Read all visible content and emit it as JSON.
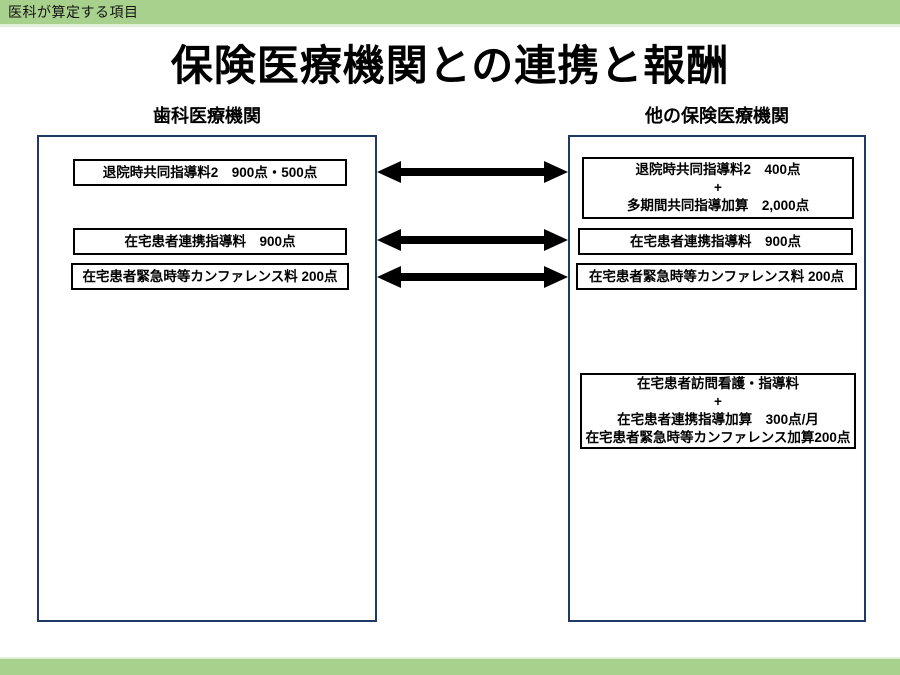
{
  "top_bar": {
    "label": "医科が算定する項目"
  },
  "title": "保険医療機関との連携と報酬",
  "left_column": {
    "header": "歯科医療機関",
    "boxes": [
      {
        "lines": [
          "退院時共同指導料2　900点・500点"
        ]
      },
      {
        "lines": [
          "在宅患者連携指導料　900点"
        ]
      },
      {
        "lines": [
          "在宅患者緊急時等カンファレンス料 200点"
        ]
      }
    ]
  },
  "right_column": {
    "header": "他の保険医療機関",
    "boxes": [
      {
        "lines": [
          "退院時共同指導料2　400点",
          "+",
          "多期間共同指導加算　2,000点"
        ]
      },
      {
        "lines": [
          "在宅患者連携指導料　900点"
        ]
      },
      {
        "lines": [
          "在宅患者緊急時等カンファレンス料 200点"
        ]
      },
      {
        "lines": [
          "在宅患者訪問看護・指導料",
          "+",
          "在宅患者連携指導加算　300点/月",
          "在宅患者緊急時等カンファレンス加算200点"
        ]
      }
    ]
  },
  "colors": {
    "bar_green": "#A9D18E",
    "bar_green_edge": "#E2EFDA",
    "panel_border_navy": "#1F3864",
    "fee_box_border": "#000000",
    "arrow_black": "#000000"
  }
}
